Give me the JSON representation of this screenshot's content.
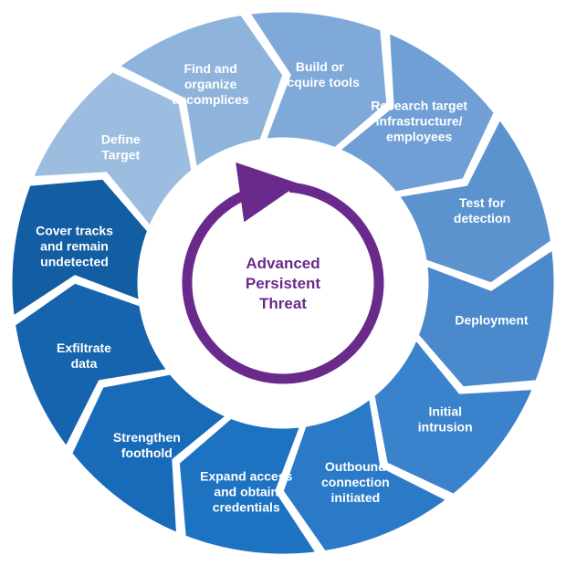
{
  "center": {
    "title_lines": [
      "Advanced",
      "Persistent",
      "Threat"
    ],
    "color": "#6a2a8c",
    "arrow_icon": "circular-arrow-icon"
  },
  "steps": [
    {
      "lines": [
        "Define",
        "Target"
      ],
      "color": "#9dbde0"
    },
    {
      "lines": [
        "Find and",
        "organize",
        "accomplices"
      ],
      "color": "#8fb4dc"
    },
    {
      "lines": [
        "Build or",
        "acquire tools"
      ],
      "color": "#7fa9d8"
    },
    {
      "lines": [
        "Research target",
        "infrastructure/",
        "employees"
      ],
      "color": "#6f9fd4"
    },
    {
      "lines": [
        "Test for",
        "detection"
      ],
      "color": "#5b93cf"
    },
    {
      "lines": [
        "Deployment"
      ],
      "color": "#4a89cc"
    },
    {
      "lines": [
        "Initial",
        "intrusion"
      ],
      "color": "#3a82cb"
    },
    {
      "lines": [
        "Outbound",
        "connection",
        "initiated"
      ],
      "color": "#2a7ac8"
    },
    {
      "lines": [
        "Expand access",
        "and obtain",
        "credentials"
      ],
      "color": "#1e72c2"
    },
    {
      "lines": [
        "Strengthen",
        "foothold"
      ],
      "color": "#186bb8"
    },
    {
      "lines": [
        "Exfiltrate",
        "data"
      ],
      "color": "#1564ad"
    },
    {
      "lines": [
        "Cover tracks",
        "and remain",
        "undetected"
      ],
      "color": "#135da2"
    }
  ]
}
